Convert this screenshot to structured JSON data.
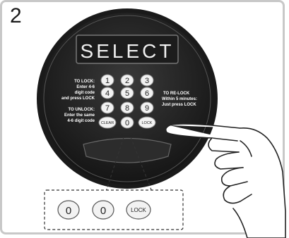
{
  "step": {
    "number": "2"
  },
  "display": {
    "text": "SELECT"
  },
  "keypad": {
    "keys": [
      "1",
      "2",
      "3",
      "4",
      "5",
      "6",
      "7",
      "8",
      "9",
      "CLEAR",
      "0",
      "LOCK"
    ]
  },
  "instructions": {
    "to_lock": [
      "TO LOCK:",
      "Enter 4-6",
      "digit code",
      "and press LOCK"
    ],
    "to_unlock": [
      "TO UNLOCK:",
      "Enter the same",
      "4-6 digit code"
    ],
    "to_relock": [
      "TO RE-LOCK",
      "Within 5 minutes:",
      "Just press LOCK"
    ]
  },
  "sequence": {
    "keys": [
      "0",
      "0",
      "LOCK"
    ]
  },
  "colors": {
    "panel_border": "#c8c8c8",
    "body_dark": "#2a2a2a",
    "key_fill": "#f2f2f2",
    "display_fill": "#1c1c1c",
    "display_text": "#f0f0f0"
  }
}
